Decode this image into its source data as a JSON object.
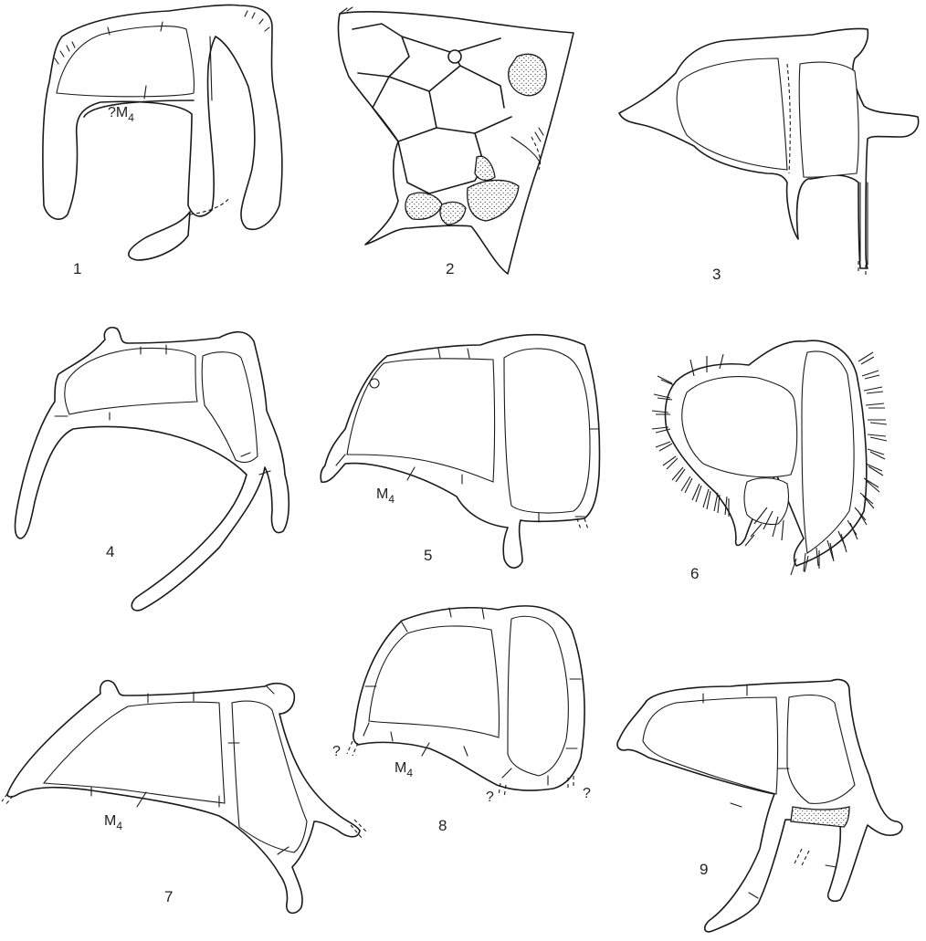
{
  "figures": [
    {
      "number": "1",
      "label": "?M",
      "label_sub": "4"
    },
    {
      "number": "2"
    },
    {
      "number": "3"
    },
    {
      "number": "4"
    },
    {
      "number": "5",
      "label": "M",
      "label_sub": "4"
    },
    {
      "number": "6"
    },
    {
      "number": "7",
      "label": "M",
      "label_sub": "4"
    },
    {
      "number": "8",
      "label": "M",
      "label_sub": "4",
      "uncertain_marks": [
        "?",
        "?",
        "?"
      ]
    },
    {
      "number": "9"
    }
  ],
  "colors": {
    "ink": "#1a1a1a",
    "paper": "#ffffff",
    "stipple": "#555555"
  }
}
